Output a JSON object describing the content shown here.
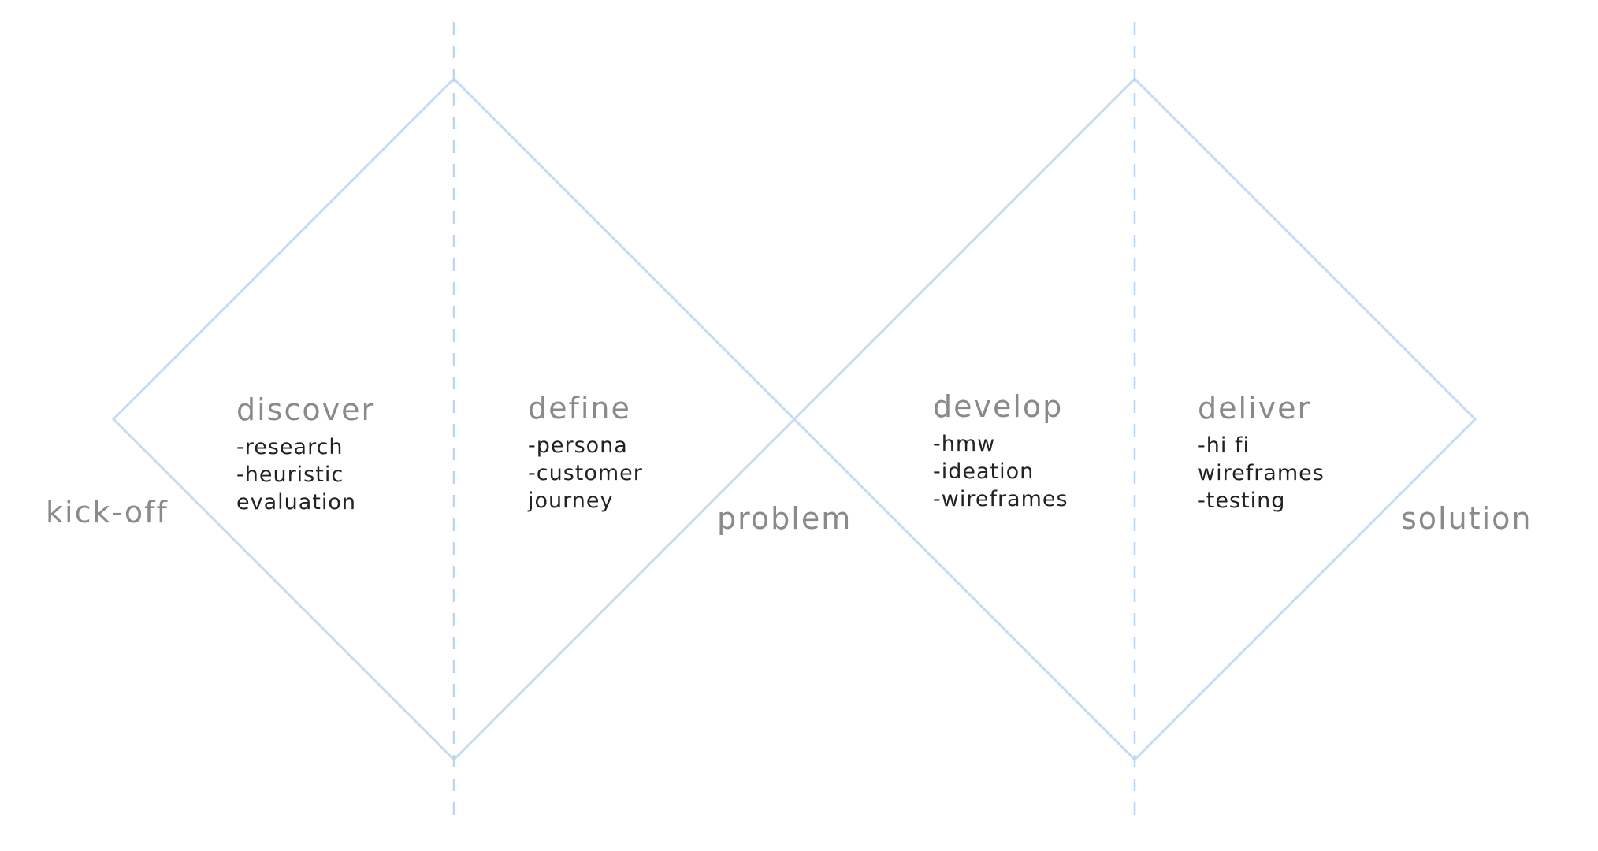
{
  "milestones": {
    "start": "kick-off",
    "middle": "problem",
    "end": "solution"
  },
  "phases": [
    {
      "title": "discover",
      "items": [
        "-research",
        "-heuristic",
        "evaluation"
      ]
    },
    {
      "title": "define",
      "items": [
        "-persona",
        "-customer",
        "journey"
      ]
    },
    {
      "title": "develop",
      "items": [
        "-hmw",
        "-ideation",
        "-wireframes"
      ]
    },
    {
      "title": "deliver",
      "items": [
        "-hi fi",
        "wireframes",
        "-testing"
      ]
    }
  ],
  "colors": {
    "diamond_stroke": "#c7dbf5",
    "divider": "#b9d5f2",
    "label": "#8a8a8a",
    "item_text": "#222222"
  }
}
